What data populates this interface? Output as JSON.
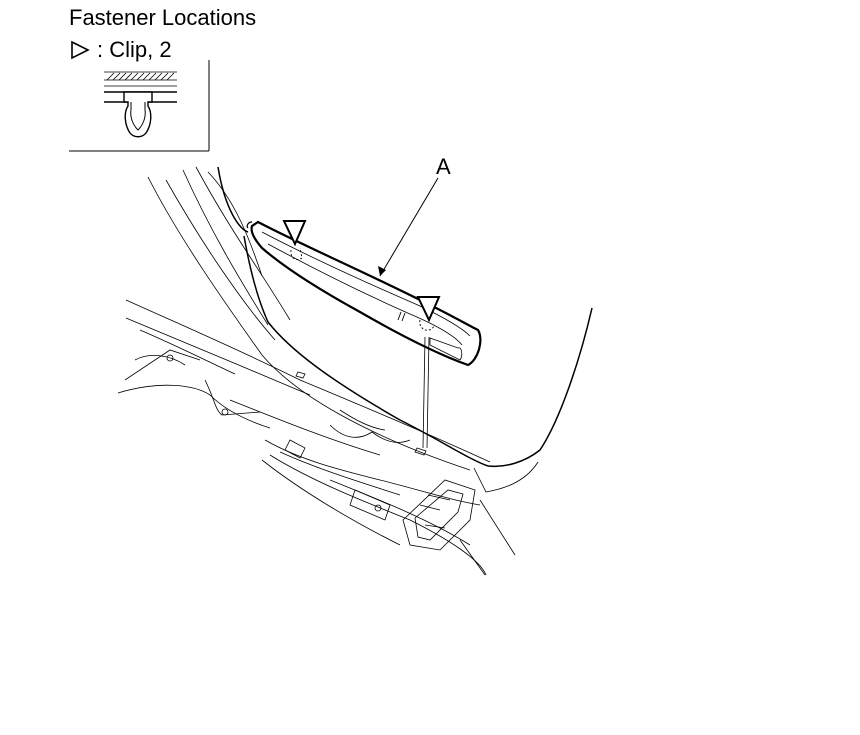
{
  "header": {
    "title": "Fastener Locations"
  },
  "legend": {
    "clip_label": ": Clip, 2",
    "symbol_icon": "triangle-right-outline-icon"
  },
  "callouts": {
    "part_a": "A"
  }
}
